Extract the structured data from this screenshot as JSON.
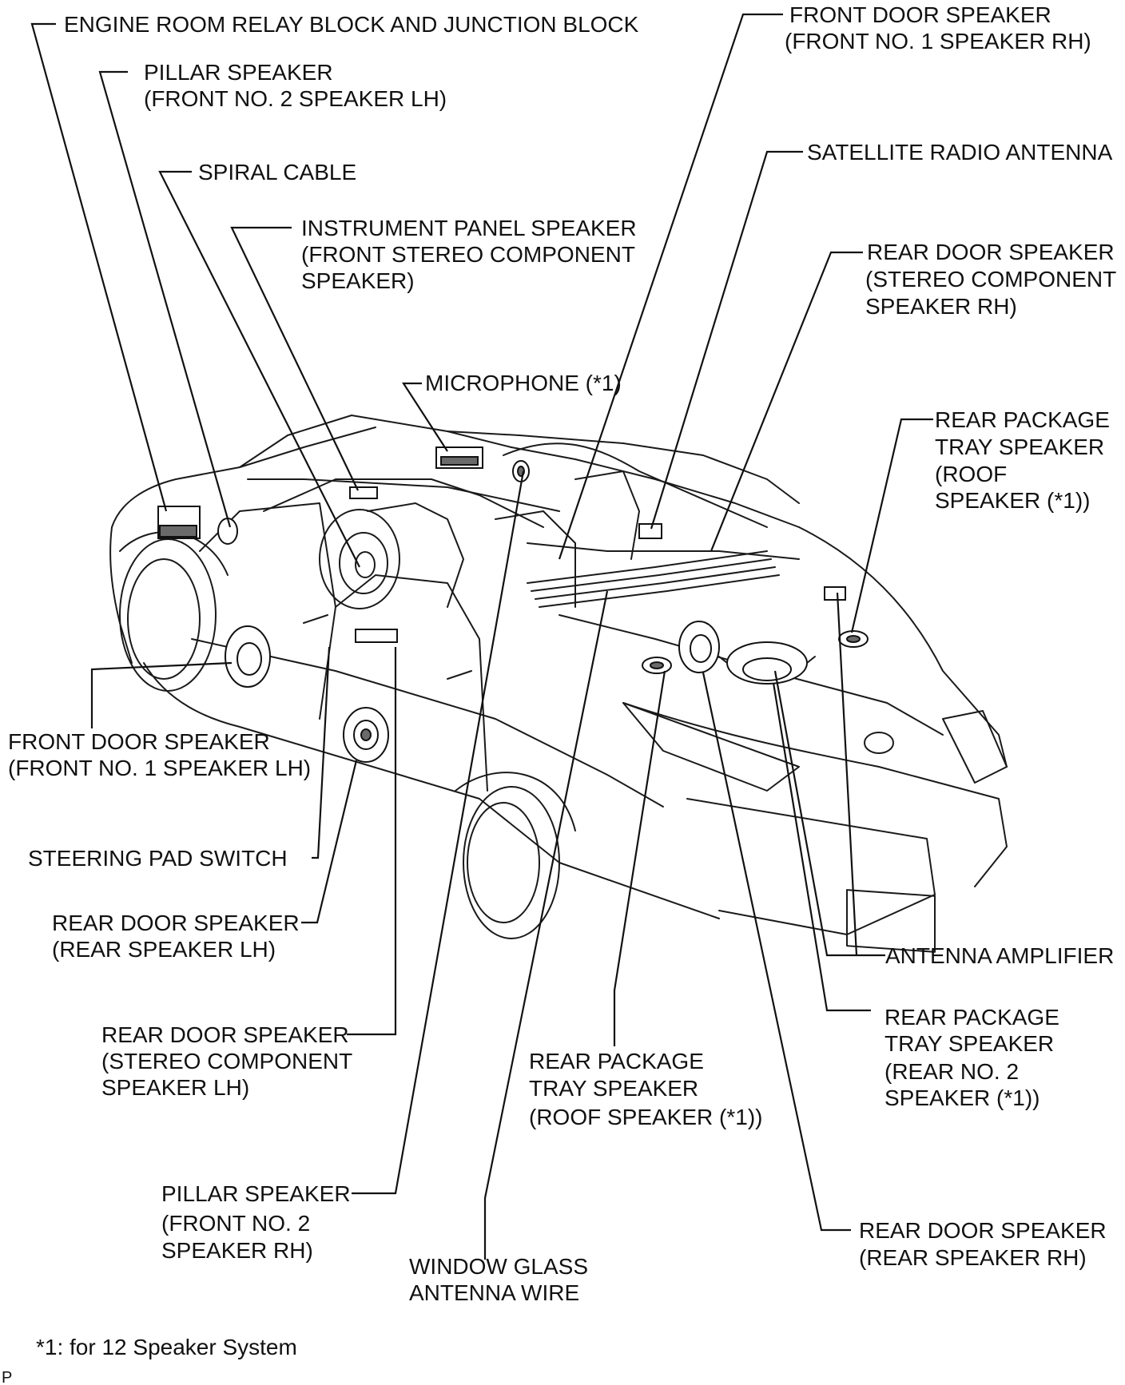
{
  "diagram": {
    "labels": {
      "engine_room_relay": [
        "ENGINE ROOM RELAY BLOCK AND JUNCTION BLOCK"
      ],
      "pillar_speaker_lh": [
        "PILLAR SPEAKER",
        "(FRONT NO. 2 SPEAKER LH)"
      ],
      "spiral_cable": [
        "SPIRAL CABLE"
      ],
      "instrument_panel_speaker": [
        "INSTRUMENT PANEL SPEAKER",
        "(FRONT STEREO COMPONENT",
        "SPEAKER)"
      ],
      "microphone": [
        "MICROPHONE (*1)"
      ],
      "front_door_speaker_rh": [
        "FRONT DOOR SPEAKER",
        "(FRONT NO. 1 SPEAKER RH)"
      ],
      "satellite_radio_antenna": [
        "SATELLITE RADIO ANTENNA"
      ],
      "rear_door_speaker_component_rh": [
        "REAR DOOR SPEAKER",
        "(STEREO COMPONENT",
        "SPEAKER RH)"
      ],
      "rear_package_tray_roof_right": [
        "REAR PACKAGE",
        "TRAY SPEAKER",
        "(ROOF",
        "SPEAKER (*1))"
      ],
      "front_door_speaker_lh": [
        "FRONT DOOR SPEAKER",
        "(FRONT NO. 1 SPEAKER LH)"
      ],
      "steering_pad_switch": [
        "STEERING PAD SWITCH"
      ],
      "rear_door_speaker_lh": [
        "REAR DOOR SPEAKER",
        "(REAR SPEAKER LH)"
      ],
      "rear_door_speaker_component_lh": [
        "REAR DOOR SPEAKER",
        "(STEREO COMPONENT",
        "SPEAKER LH)"
      ],
      "rear_package_tray_roof_center": [
        "REAR PACKAGE",
        "TRAY SPEAKER",
        "(ROOF SPEAKER (*1))"
      ],
      "antenna_amplifier": [
        "ANTENNA AMPLIFIER"
      ],
      "rear_package_tray_rear_no2": [
        "REAR PACKAGE",
        "TRAY SPEAKER",
        "(REAR NO. 2",
        "SPEAKER (*1))"
      ],
      "pillar_speaker_rh": [
        "PILLAR SPEAKER",
        "(FRONT NO. 2",
        "SPEAKER RH)"
      ],
      "window_glass_antenna_wire": [
        "WINDOW GLASS",
        "ANTENNA WIRE"
      ],
      "rear_door_speaker_rh": [
        "REAR DOOR SPEAKER",
        "(REAR SPEAKER RH)"
      ]
    },
    "footnote": "*1: for 12 Speaker System",
    "corner_code": "P"
  }
}
